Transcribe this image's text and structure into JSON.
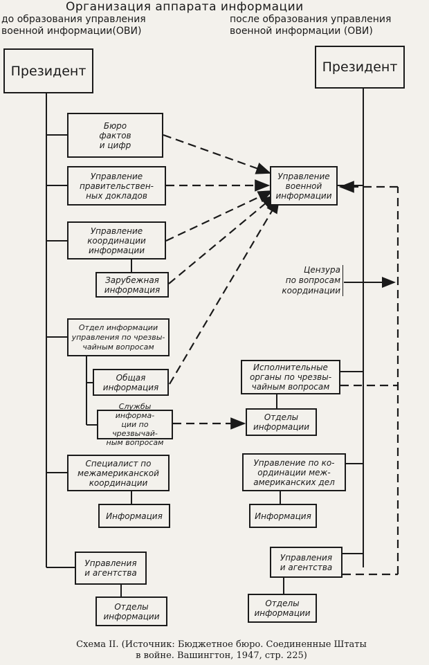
{
  "title": "Организация аппарата информации",
  "before_heading": "до образования управления\nвоенной информации(ОВИ)",
  "after_heading": "после образования управления\nвоенной информации (ОВИ)",
  "before": {
    "president": "Президент",
    "boxes": [
      "Бюро\nфактов\nи цифр",
      "Управление\nправительствен-\nных докладов",
      "Управление\nкоординации\nинформации",
      "Зарубежная\nинформация",
      "Отдел информации\nуправления по чрезвы-\nчайным вопросам",
      "Общая\nинформация",
      "Службы информа-\nции по чрезвычай-\nным вопросам",
      "Специалист по\nмежамериканской\nкоординации",
      "Информация",
      "Управления\nи агентства",
      "Отделы\nинформации"
    ]
  },
  "after": {
    "president": "Президент",
    "owi": "Управление\nвоенной\nинформации",
    "censorship": "Цензура\nпо вопросам\nкоординации",
    "boxes": [
      "Исполнительные\nорганы по чрезвы-\nчайным вопросам",
      "Отделы\nинформации",
      "Управление по ко-\nординации меж-\nамериканских дел",
      "Информация",
      "Управления\nи агентства",
      "Отделы\nинформации"
    ]
  },
  "caption": "Схема II. (Источник: Бюджетное бюро. Соединенные Штаты\nв войне. Вашингтон, 1947, стр. 225)"
}
